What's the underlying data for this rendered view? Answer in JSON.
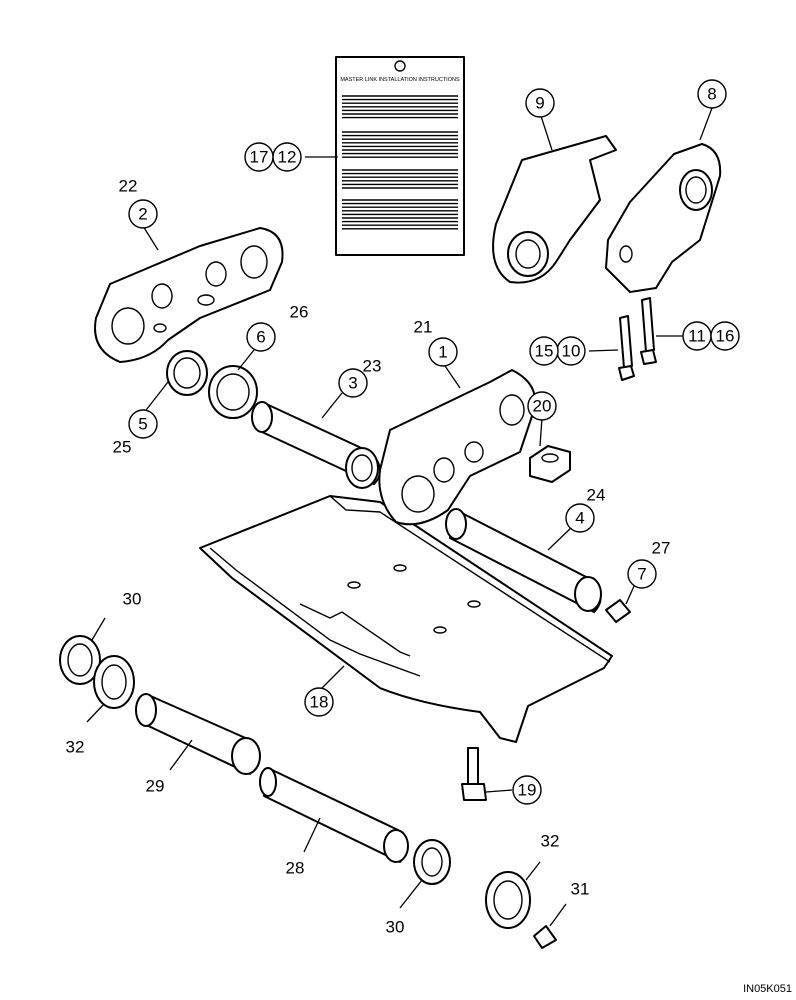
{
  "instruction_card": {
    "title": "MASTER LINK INSTALLATION INSTRUCTIONS"
  },
  "callouts": [
    {
      "id": "c1",
      "number": "1"
    },
    {
      "id": "c2",
      "number": "2"
    },
    {
      "id": "c3",
      "number": "3"
    },
    {
      "id": "c4",
      "number": "4"
    },
    {
      "id": "c5",
      "number": "5"
    },
    {
      "id": "c6",
      "number": "6"
    },
    {
      "id": "c7",
      "number": "7"
    },
    {
      "id": "c8",
      "number": "8"
    },
    {
      "id": "c9",
      "number": "9"
    },
    {
      "id": "c10",
      "number": "10"
    },
    {
      "id": "c11",
      "number": "11"
    },
    {
      "id": "c12",
      "number": "12"
    },
    {
      "id": "c15",
      "number": "15"
    },
    {
      "id": "c16",
      "number": "16"
    },
    {
      "id": "c17",
      "number": "17"
    },
    {
      "id": "c18",
      "number": "18"
    },
    {
      "id": "c19",
      "number": "19"
    },
    {
      "id": "c20",
      "number": "20"
    }
  ],
  "labels": [
    {
      "id": "l21",
      "text": "21"
    },
    {
      "id": "l22",
      "text": "22"
    },
    {
      "id": "l23",
      "text": "23"
    },
    {
      "id": "l24",
      "text": "24"
    },
    {
      "id": "l25",
      "text": "25"
    },
    {
      "id": "l26",
      "text": "26"
    },
    {
      "id": "l27",
      "text": "27"
    },
    {
      "id": "l28",
      "text": "28"
    },
    {
      "id": "l29",
      "text": "29"
    },
    {
      "id": "l30a",
      "text": "30"
    },
    {
      "id": "l30b",
      "text": "30"
    },
    {
      "id": "l31",
      "text": "31"
    },
    {
      "id": "l32a",
      "text": "32"
    },
    {
      "id": "l32b",
      "text": "32"
    }
  ],
  "figure_ref": "IN05K051"
}
